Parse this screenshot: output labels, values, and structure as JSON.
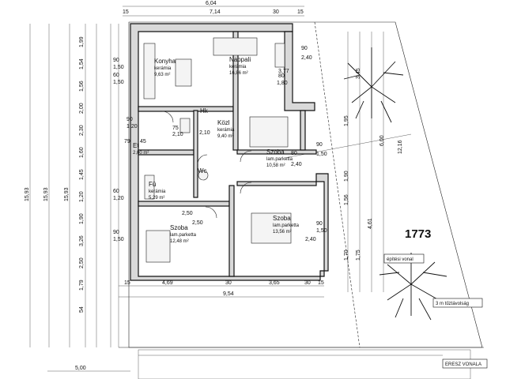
{
  "plot": {
    "number": "1773"
  },
  "rooms": [
    {
      "name": "Konyha",
      "material": "kerámia",
      "area": "9,63 m²"
    },
    {
      "name": "Nappali",
      "material": "kerámia",
      "area": "16,86 m²"
    },
    {
      "name": "Közl",
      "material": "kerámia",
      "area": "9,40 m²"
    },
    {
      "name": "Szoba",
      "material": "lam.parketta",
      "area": "10,58 m²"
    },
    {
      "name": "Et",
      "material": "",
      "area": "2,00 m²"
    },
    {
      "name": "Fü",
      "material": "kerámia",
      "area": "5,29 m²"
    },
    {
      "name": "Wc",
      "material": "",
      "area": ""
    },
    {
      "name": "Szoba",
      "material": "lam.parketta",
      "area": "13,56 m²"
    },
    {
      "name": "Szoba",
      "material": "lam.parketta",
      "area": "12,48 m²"
    },
    {
      "name": "Hk",
      "material": "",
      "area": ""
    }
  ],
  "labels": {
    "building_line": "építési vonal",
    "fire_distance": "3 m tűztávolság",
    "eaves_line": "ERESZ VONALA"
  },
  "top_dims": [
    "6,04",
    "15",
    "7,14",
    "30",
    "15"
  ],
  "mid_dims": [
    "15",
    "4,69",
    "30",
    "3,65",
    "30",
    "15",
    "9,54"
  ],
  "bottom_dims": [
    "5,00"
  ],
  "left_outer_dims": [
    "15,93",
    "15,93",
    "15,93"
  ],
  "left_dims": [
    "1,99",
    "1,54",
    "1,56",
    "2,00",
    "2,30",
    "1,60",
    "1,45",
    "1,20",
    "1,90",
    "3,26",
    "2,50",
    "1,79",
    "54"
  ],
  "right_dims": [
    "1,95",
    "1,90",
    "1,56",
    "3,45",
    "4,61",
    "12,16",
    "6,00",
    "1,75",
    "1,70"
  ],
  "opening_dims": [
    "90",
    "1,50",
    "60",
    "1,50",
    "2,10",
    "75",
    "2,10",
    "90",
    "1,20",
    "60",
    "1,20",
    "90",
    "1,50",
    "90",
    "1,50",
    "90",
    "2,40",
    "80",
    "2,40",
    "80",
    "1,80",
    "2,40",
    "90",
    "1,50",
    "3,77",
    "2,50",
    "2,50",
    "79",
    "45"
  ]
}
